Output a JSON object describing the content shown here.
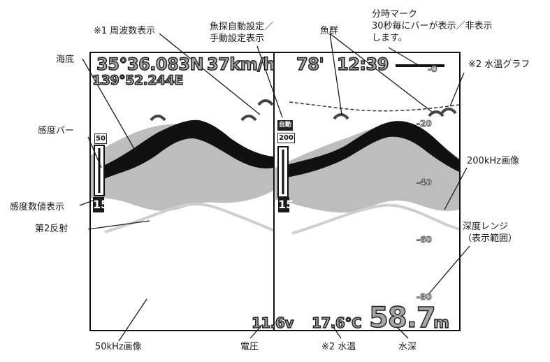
{
  "screen": {
    "position": "35°36.083N",
    "position_lon": "139°52.244E",
    "speed": "37km/h",
    "heading": "78'",
    "time": "12:39",
    "timer_marker": "-0",
    "sensitivity_left": "50",
    "sensitivity_right": "200",
    "auto_label": "自動",
    "sens_value_left": "15",
    "sens_value_right": "15",
    "voltage": "11.6v",
    "water_temp": "17.6℃",
    "depth": "58.7",
    "depth_unit": "m",
    "depth_ticks": [
      "-20",
      "-40",
      "-60",
      "-80"
    ]
  },
  "callouts": {
    "frequency": "※1 周波数表示",
    "mode": "魚探自動設定／\n手動設定表示",
    "fish": "魚群",
    "minute_mark": "分時マーク\n30秒毎にバーが表示／非表示\nします。",
    "seabed": "海底",
    "temp_graph": "※2 水温グラフ",
    "sens_bar": "感度バー",
    "image_200": "200kHz画像",
    "sens_value": "感度数値表示",
    "second_reflection": "第2反射",
    "depth_range": "深度レンジ\n（表示範囲）",
    "image_50": "50kHz画像",
    "voltage": "電圧",
    "water_temp": "※2 水温",
    "water_depth": "水深"
  }
}
